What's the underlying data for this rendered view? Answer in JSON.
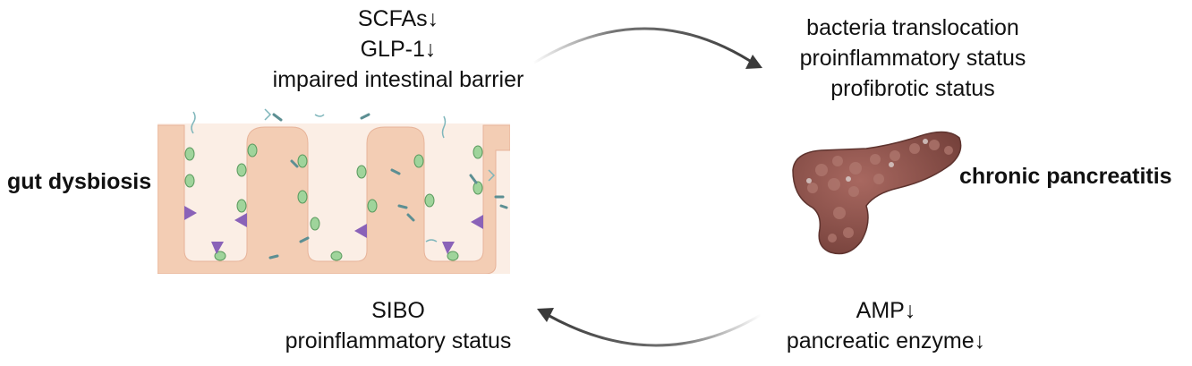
{
  "gut_label": "gut dysbiosis",
  "pancreatitis_label": "chronic pancreatitis",
  "top_left_lines": [
    "SCFAs↓",
    "GLP-1↓",
    "impaired intestinal barrier"
  ],
  "top_right_lines": [
    "bacteria translocation",
    "proinflammatory status",
    "profibrotic status"
  ],
  "bottom_left_lines": [
    "SIBO",
    "proinflammatory status"
  ],
  "bottom_right_lines": [
    "AMP↓",
    "pancreatic enzyme↓"
  ],
  "colors": {
    "text": "#111111",
    "arrow": "#3a3a3a",
    "gut_tissue": "#f3cdb4",
    "gut_background": "#fbeee5",
    "pancreas": "#8f4f48"
  },
  "icons": [
    "gut-villi-illustration",
    "pancreas-illustration",
    "curved-arrow"
  ]
}
